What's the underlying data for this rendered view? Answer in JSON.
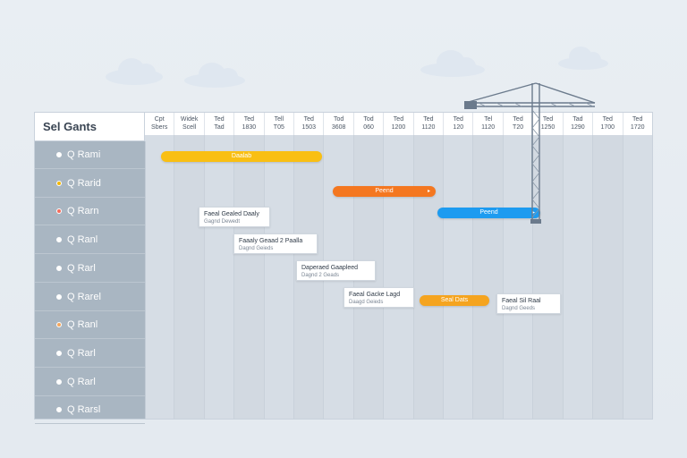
{
  "app": {
    "title": "Sel Gants"
  },
  "tasks": [
    {
      "label": "Q Rami",
      "dot": "#ffffff"
    },
    {
      "label": "Q Rarid",
      "dot": "#f2b705"
    },
    {
      "label": "Q Rarn",
      "dot": "#f56b5b"
    },
    {
      "label": "Q Ranl",
      "dot": "#ffffff"
    },
    {
      "label": "Q Rarl",
      "dot": "#ffffff"
    },
    {
      "label": "Q Rarel",
      "dot": "#ffffff"
    },
    {
      "label": "Q Ranl",
      "dot": "#f5a65b"
    },
    {
      "label": "Q Rarl",
      "dot": "#ffffff"
    },
    {
      "label": "Q Rarl",
      "dot": "#ffffff"
    },
    {
      "label": "Q Rarsl",
      "dot": "#ffffff"
    }
  ],
  "timeline": [
    {
      "top": "Cpt",
      "bottom": "Sbers"
    },
    {
      "top": "Widek",
      "bottom": "Scell"
    },
    {
      "top": "Ted",
      "bottom": "Tad"
    },
    {
      "top": "Ted",
      "bottom": "1830"
    },
    {
      "top": "Tell",
      "bottom": "T05"
    },
    {
      "top": "Ted",
      "bottom": "1503"
    },
    {
      "top": "Tod",
      "bottom": "3608"
    },
    {
      "top": "Tod",
      "bottom": "060"
    },
    {
      "top": "Ted",
      "bottom": "1200"
    },
    {
      "top": "Ted",
      "bottom": "1120"
    },
    {
      "top": "Ted",
      "bottom": "120"
    },
    {
      "top": "Tel",
      "bottom": "1120"
    },
    {
      "top": "Ted",
      "bottom": "T20"
    },
    {
      "top": "Ted",
      "bottom": "1250"
    },
    {
      "top": "Tad",
      "bottom": "1290"
    },
    {
      "top": "Ted",
      "bottom": "1700"
    },
    {
      "top": "Ted",
      "bottom": "1720"
    }
  ],
  "bars": [
    {
      "label": "Daalab",
      "color": "#f9bf13"
    },
    {
      "label": "Peend",
      "color": "#f47720"
    },
    {
      "label": "Peend",
      "color": "#1d9bf0"
    },
    {
      "label": "Seal Dats",
      "color": "#f5a41f"
    }
  ],
  "cards": [
    {
      "title": "Faeal Gealed Daaly",
      "sub": "Gagnd Dewedt"
    },
    {
      "title": "Faaaly Geaad 2 Paalla",
      "sub": "Dagnd Geieds"
    },
    {
      "title": "Daperaed Gaapleed",
      "sub": "Dagnd 2 Geads"
    },
    {
      "title": "Faeal Gacke Lagd",
      "sub": "Daagd Geieds"
    },
    {
      "title": "Faeal Sil Raal",
      "sub": "Dagnd Geeds"
    }
  ],
  "colors": {
    "sidebar": "#a9b6c2",
    "grid": "#d6dde5",
    "header": "#ffffff",
    "crane": "#6b7a8c"
  },
  "icons": {
    "crane": "construction-crane-icon",
    "cloud": "cloud-icon"
  }
}
